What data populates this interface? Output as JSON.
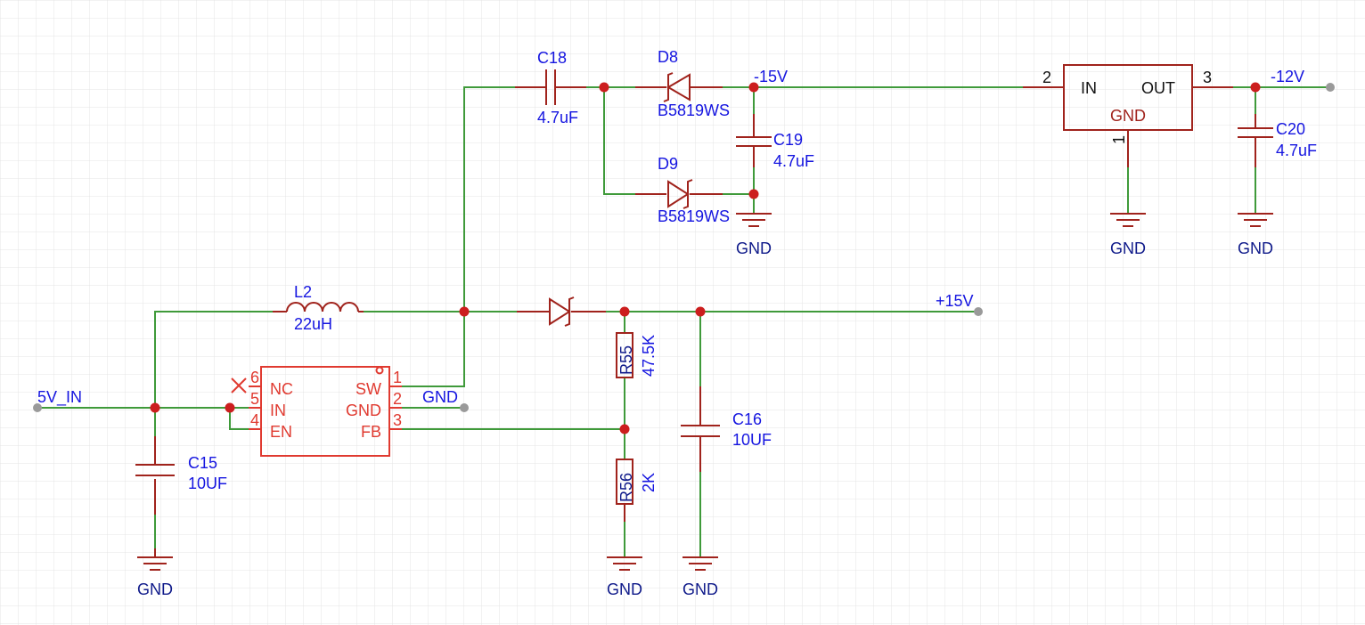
{
  "nets": {
    "vin": "5V_IN",
    "pos15": "+15V",
    "neg15": "-15V",
    "neg12": "-12V",
    "gnd": "GND"
  },
  "components": {
    "l2": {
      "ref": "L2",
      "value": "22uH"
    },
    "c15": {
      "ref": "C15",
      "value": "10UF"
    },
    "c16": {
      "ref": "C16",
      "value": "10UF"
    },
    "c18": {
      "ref": "C18",
      "value": "4.7uF"
    },
    "c19": {
      "ref": "C19",
      "value": "4.7uF"
    },
    "c20": {
      "ref": "C20",
      "value": "4.7uF"
    },
    "d8": {
      "ref": "D8",
      "value": "B5819WS"
    },
    "d9": {
      "ref": "D9",
      "value": "B5819WS"
    },
    "r55": {
      "ref": "R55",
      "value": "47.5K"
    },
    "r56": {
      "ref": "R56",
      "value": "2K"
    }
  },
  "boost_ic": {
    "left_pins": [
      {
        "num": "6",
        "name": "NC"
      },
      {
        "num": "5",
        "name": "IN"
      },
      {
        "num": "4",
        "name": "EN"
      }
    ],
    "right_pins": [
      {
        "num": "1",
        "name": "SW"
      },
      {
        "num": "2",
        "name": "GND"
      },
      {
        "num": "3",
        "name": "FB"
      }
    ]
  },
  "regulator": {
    "in_label": "IN",
    "out_label": "OUT",
    "gnd_label": "GND",
    "pin_in": "2",
    "pin_out": "3",
    "pin_gnd": "1"
  }
}
